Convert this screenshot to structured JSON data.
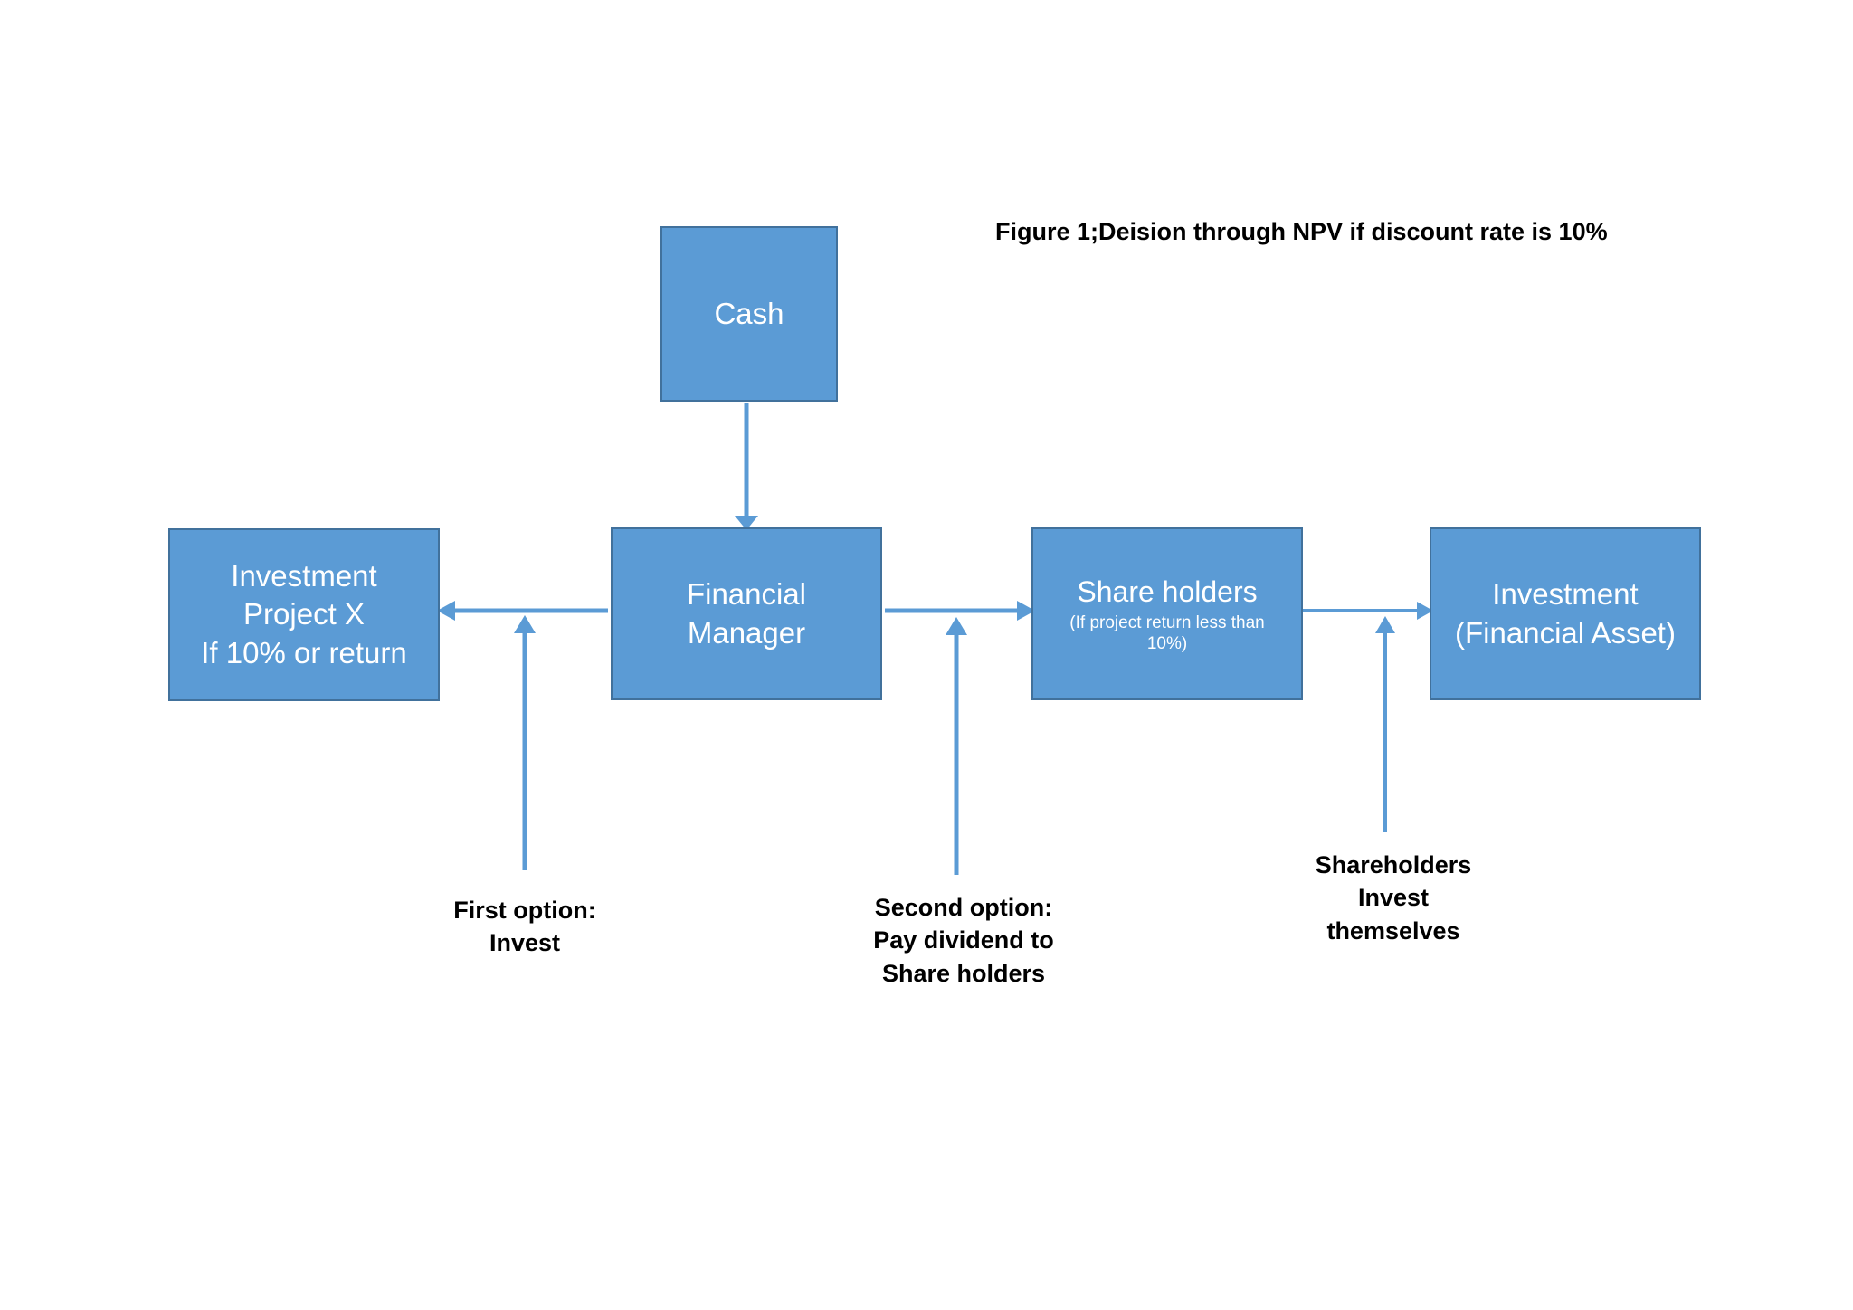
{
  "figure": {
    "title": "Figure 1;Deision through NPV if discount rate is 10%",
    "accent_color": "#5B9BD5",
    "border_color": "#41719C",
    "text_color": "#FFFFFF",
    "caption_color": "#000000",
    "background": "#FFFFFF"
  },
  "nodes": {
    "cash": {
      "label": "Cash"
    },
    "investment_project": {
      "label": "Investment\nProject X\nIf 10% or return"
    },
    "financial_manager": {
      "label": "Financial\nManager"
    },
    "share_holders": {
      "label": "Share holders",
      "sublabel": "(If project return less than\n10%)"
    },
    "investment_financial_asset": {
      "label": "Investment\n(Financial Asset)"
    }
  },
  "captions": {
    "first_option": "First option:\nInvest",
    "second_option": "Second option:\nPay dividend to\nShare holders",
    "shareholders_invest": "Shareholders\nInvest\nthemselves"
  },
  "connectors": [
    {
      "name": "cash-to-financial-manager",
      "from": "cash",
      "to": "financial_manager",
      "direction": "down"
    },
    {
      "name": "financial-manager-to-investment-project",
      "from": "financial_manager",
      "to": "investment_project",
      "direction": "left"
    },
    {
      "name": "financial-manager-to-share-holders",
      "from": "financial_manager",
      "to": "share_holders",
      "direction": "right"
    },
    {
      "name": "share-holders-to-investment-financial-asset",
      "from": "share_holders",
      "to": "investment_financial_asset",
      "direction": "right"
    },
    {
      "name": "first-option-invest-arrow",
      "from": "first_option",
      "to": "financial-manager-to-investment-project",
      "direction": "up"
    },
    {
      "name": "second-option-dividend-arrow",
      "from": "second_option",
      "to": "financial-manager-to-share-holders",
      "direction": "up"
    },
    {
      "name": "shareholders-invest-arrow",
      "from": "shareholders_invest",
      "to": "share-holders-to-investment-financial-asset",
      "direction": "up"
    }
  ]
}
